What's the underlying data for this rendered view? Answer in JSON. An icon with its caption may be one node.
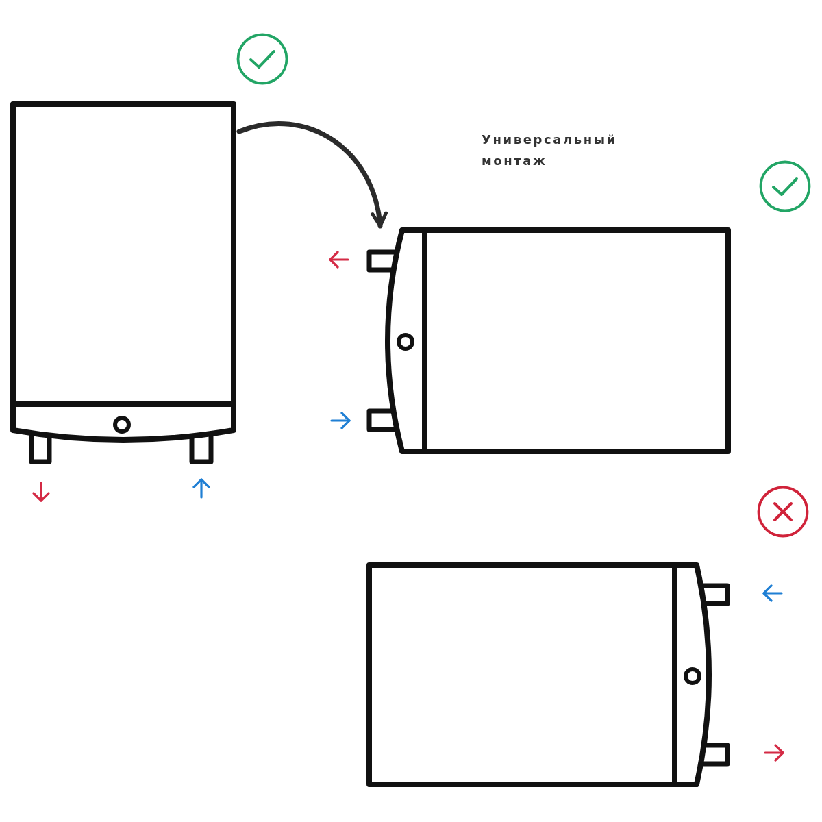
{
  "diagram": {
    "nodes": [
      {
        "text": [],
        "shape": "picture"
      },
      {
        "text": [],
        "shape": "picture"
      },
      {
        "text": [],
        "shape": "picture"
      }
    ],
    "edges": [
      {
        "from": 0,
        "to": 1,
        "arrow": "to"
      }
    ],
    "labels": [
      "Универсальный монтаж"
    ]
  }
}
